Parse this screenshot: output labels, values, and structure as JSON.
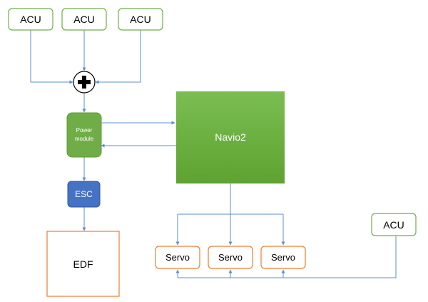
{
  "nodes": {
    "acu_1": "ACU",
    "acu_2": "ACU",
    "acu_3": "ACU",
    "acu_4": "ACU",
    "power_module_line1": "Power",
    "power_module_line2": "module",
    "esc": "ESC",
    "edf": "EDF",
    "navio2": "Navio2",
    "servo_1": "Servo",
    "servo_2": "Servo",
    "servo_3": "Servo"
  },
  "colors": {
    "acu_border": "#70ad47",
    "power_module_fill": "#70ad47",
    "navio_fill": "#66ad3a",
    "esc_fill": "#4472c4",
    "orange_border": "#ed7d31",
    "connector": "#5b8fd0",
    "white_text": "#ffffff"
  },
  "icons": {
    "summing_junction": "plus-circle-icon"
  }
}
